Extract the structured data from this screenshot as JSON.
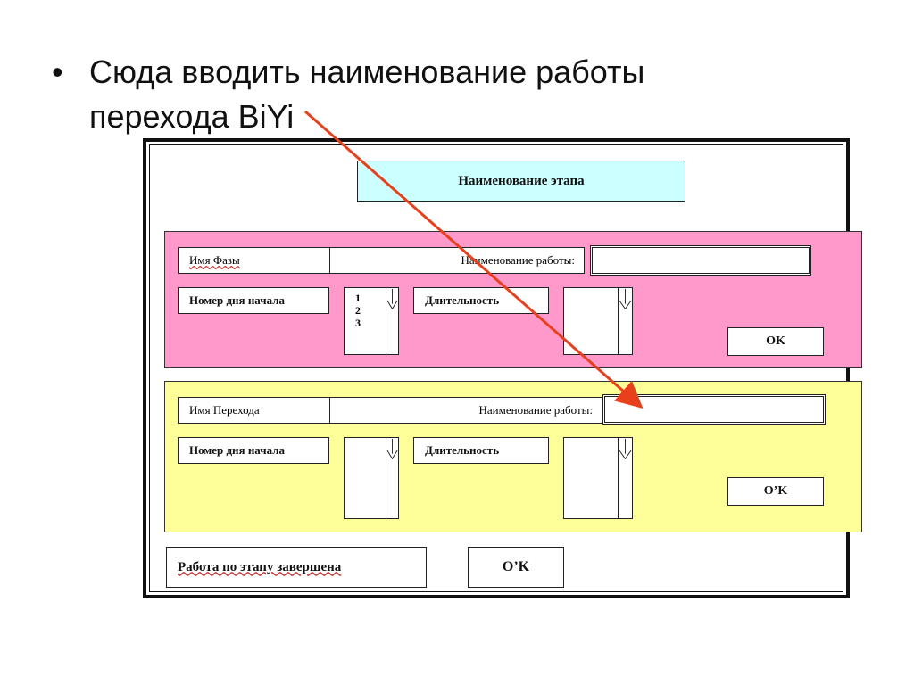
{
  "slide": {
    "bullet": "•",
    "text_line1": "Сюда вводить наименование работы",
    "text_line2": "перехода BiYi"
  },
  "dialog": {
    "stage_title": "Наименование этапа",
    "phase": {
      "name_label": "Имя Фазы",
      "work_label": "Наименование работы:",
      "work_value": "",
      "start_day_label": "Номер дня начала",
      "start_day_options": [
        "1",
        "2",
        "3"
      ],
      "duration_label": "Длительность",
      "ok_label": "OK"
    },
    "transition": {
      "name_label": "Имя Перехода",
      "work_label": "Наименование работы:",
      "work_value": "",
      "start_day_label": "Номер дня начала",
      "duration_label": "Длительность",
      "ok_label": "O’K"
    },
    "footer": {
      "done_label": "Работа по этапу завершена",
      "ok_label": "O’K"
    }
  },
  "colors": {
    "stage_title_bg": "#ccffff",
    "phase_panel_bg": "#ff99cc",
    "transition_panel_bg": "#ffff99",
    "pointer_arrow": "#e8401c"
  }
}
